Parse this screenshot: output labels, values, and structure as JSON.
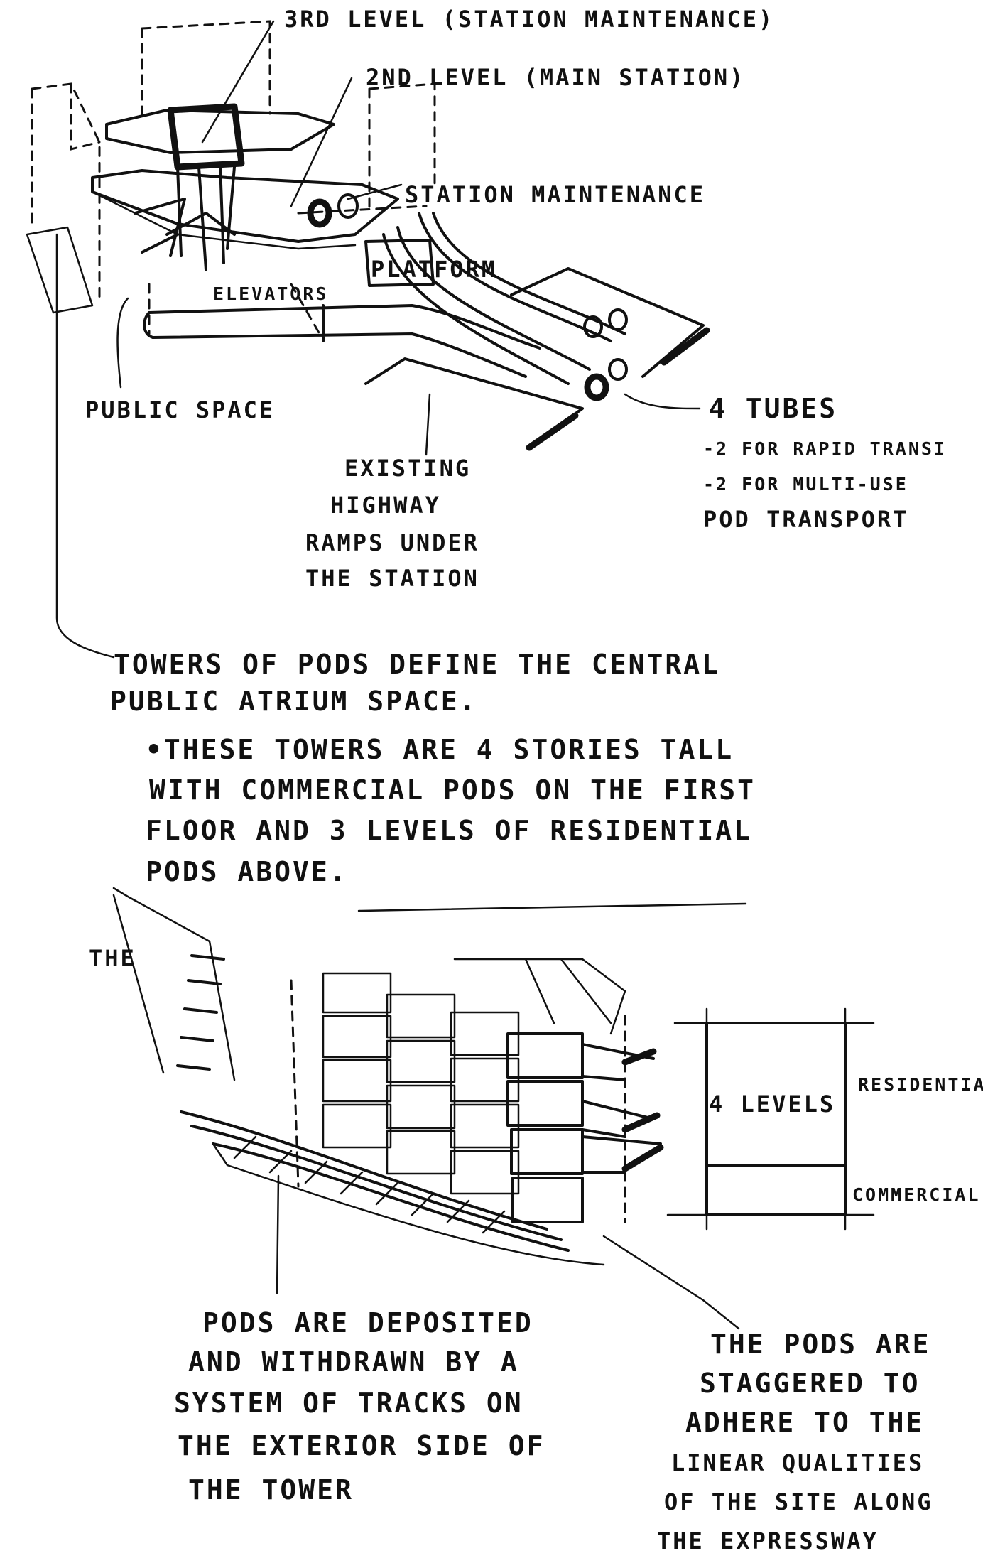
{
  "top_sketch": {
    "label_3rd_level": "3RD LEVEL (STATION MAINTENANCE)",
    "label_2nd_level": "2ND LEVEL (MAIN STATION)",
    "label_station_maintenance": "STATION MAINTENANCE",
    "label_platform": "PLATFORM",
    "label_elevators": "ELEVATORS",
    "label_public_space": "PUBLIC SPACE",
    "label_highway": [
      "EXISTING",
      "HIGHWAY",
      "RAMPS UNDER",
      "THE STATION"
    ],
    "label_tubes": [
      "4 TUBES",
      "-2 FOR RAPID TRANSI",
      "-2 FOR MULTI-USE",
      "POD TRANSPORT"
    ]
  },
  "middle_notes": {
    "lines": [
      "TOWERS OF PODS DEFINE THE CENTRAL",
      "PUBLIC ATRIUM SPACE.",
      "•THESE TOWERS ARE 4 STORIES TALL",
      "WITH COMMERCIAL PODS ON THE FIRST",
      "FLOOR AND 3 LEVELS OF RESIDENTIAL",
      "PODS ABOVE."
    ]
  },
  "bottom_sketch": {
    "label_the": "THE",
    "label_levels": "4 LEVELS",
    "label_residential": "RESIDENTIA",
    "label_commercial": "COMMERCIAL",
    "label_tracks": [
      "PODS ARE DEPOSITED",
      "AND WITHDRAWN BY A",
      "SYSTEM OF TRACKS ON",
      "THE EXTERIOR SIDE OF",
      "THE TOWER"
    ],
    "label_staggered": [
      "THE PODS ARE",
      "STAGGERED TO",
      "ADHERE TO THE",
      "LINEAR QUALITIES",
      "OF THE SITE ALONG",
      "THE EXPRESSWAY"
    ]
  }
}
